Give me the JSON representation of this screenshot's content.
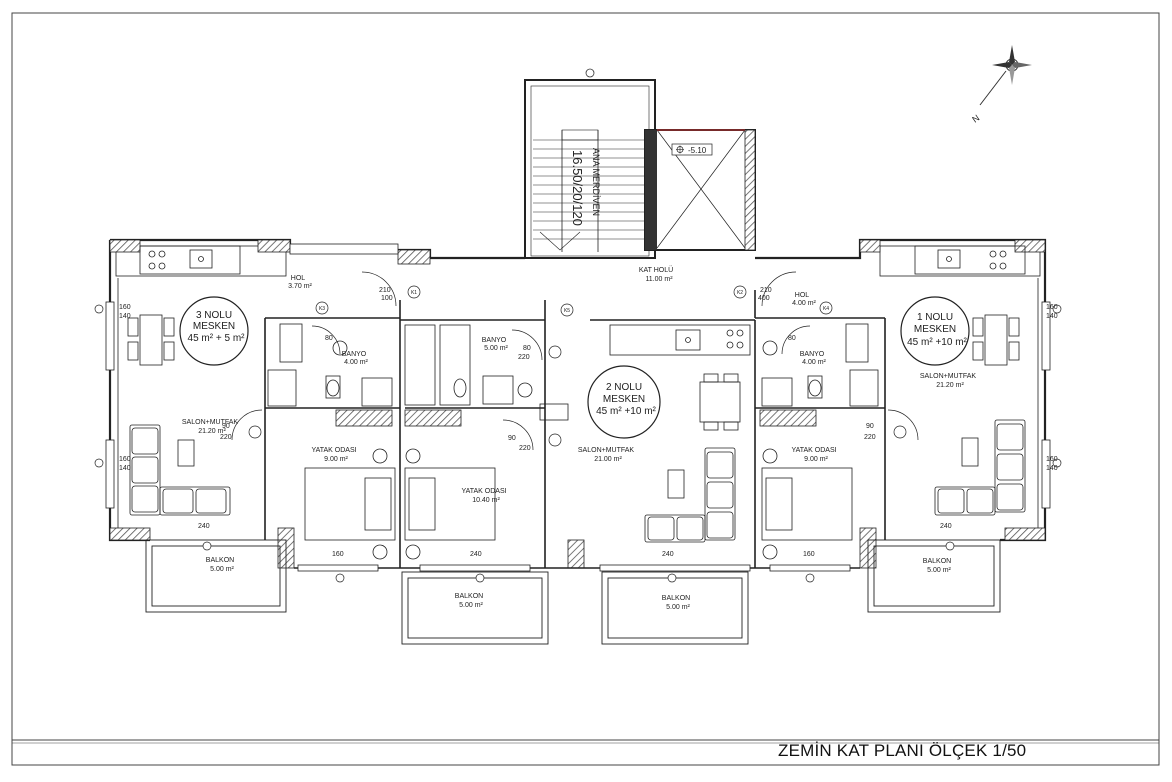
{
  "title": "ZEMİN KAT PLANI ÖLÇEK 1/50",
  "stair": {
    "label": "ANA MERDİVEN",
    "spec": "16.50/20/120"
  },
  "elevator": {
    "level": "-5.10"
  },
  "rooms": {
    "kat_holu": {
      "name": "KAT HOLÜ",
      "area": "11.00 m²"
    },
    "hol_left": {
      "name": "HOL",
      "area": "3.70 m²"
    },
    "hol_right": {
      "name": "HOL",
      "area": "4.00 m²"
    },
    "banyo_left": {
      "name": "BANYO",
      "area": "4.00 m²"
    },
    "banyo_mid": {
      "name": "BANYO",
      "area": "5.00 m²"
    },
    "banyo_right": {
      "name": "BANYO",
      "area": "4.00 m²"
    },
    "salon_left": {
      "name": "SALON+MUTFAK",
      "area": "21.20 m²"
    },
    "salon_mid": {
      "name": "SALON+MUTFAK",
      "area": "21.00 m²"
    },
    "salon_right": {
      "name": "SALON+MUTFAK",
      "area": "21.20 m²"
    },
    "yatak_left": {
      "name": "YATAK ODASI",
      "area": "9.00 m²"
    },
    "yatak_mid": {
      "name": "YATAK ODASI",
      "area": "10.40 m²"
    },
    "yatak_right": {
      "name": "YATAK ODASI",
      "area": "9.00 m²"
    },
    "balkon_1": {
      "name": "BALKON",
      "area": "5.00 m²"
    },
    "balkon_2": {
      "name": "BALKON",
      "area": "5.00 m²"
    },
    "balkon_3": {
      "name": "BALKON",
      "area": "5.00 m²"
    },
    "balkon_4": {
      "name": "BALKON",
      "area": "5.00 m²"
    }
  },
  "units": {
    "left": {
      "line1": "3 NOLU",
      "line2": "MESKEN",
      "line3": "45 m² + 5 m²"
    },
    "mid": {
      "line1": "2 NOLU",
      "line2": "MESKEN",
      "line3": "45 m² +10 m²"
    },
    "right": {
      "line1": "1 NOLU",
      "line2": "MESKEN",
      "line3": "45 m² +10 m²"
    }
  },
  "dims": {
    "d160": "160",
    "d140": "140",
    "d240": "240",
    "d90": "90",
    "d220": "220",
    "d80": "80",
    "d100": "100",
    "d210": "210",
    "d400": "400"
  },
  "door_tags": [
    "K1",
    "K2",
    "K3",
    "K4",
    "K5"
  ],
  "compass": {
    "label": "N"
  }
}
